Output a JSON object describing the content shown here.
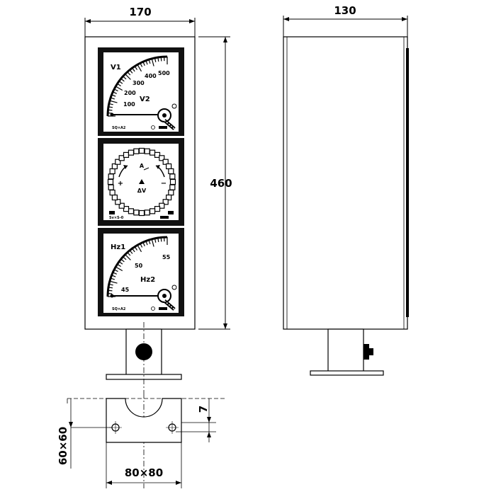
{
  "dimensions": {
    "front_width": "170",
    "side_width": "130",
    "height": "460",
    "base_offset": "7",
    "base_hole_spacing": "60×60",
    "base_size": "80×80"
  },
  "instruments": {
    "voltmeter": {
      "title": "V1",
      "subtitle": "V2",
      "scale_labels": [
        "100",
        "200",
        "300",
        "400",
        "500"
      ],
      "model": "SQ×A2"
    },
    "synchroscope": {
      "up_symbol": "A",
      "delta_label": "ΔV",
      "minus_label": "−",
      "plus_label": "+",
      "model": "Sv×S-0"
    },
    "frequency_meter": {
      "title": "Hz1",
      "subtitle": "Hz2",
      "scale_labels": [
        "45",
        "50",
        "55"
      ],
      "model": "SQ×A2"
    }
  }
}
